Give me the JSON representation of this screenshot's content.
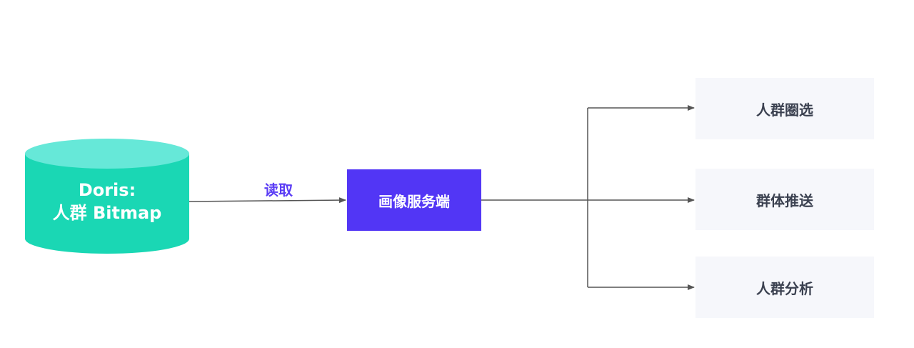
{
  "diagram": {
    "source": {
      "line1": "Doris:",
      "line2": "人群 Bitmap",
      "color": "#1ad7b4",
      "top_color": "#66e8d8"
    },
    "edge_read_label": "读取",
    "service": {
      "label": "画像服务端",
      "color": "#5236f5"
    },
    "targets": [
      {
        "label": "人群圈选"
      },
      {
        "label": "群体推送"
      },
      {
        "label": "人群分析"
      }
    ],
    "colors": {
      "connector": "#555555",
      "read_label": "#5b3df5",
      "target_bg": "#f6f7fb",
      "target_text": "#3b4150"
    }
  }
}
